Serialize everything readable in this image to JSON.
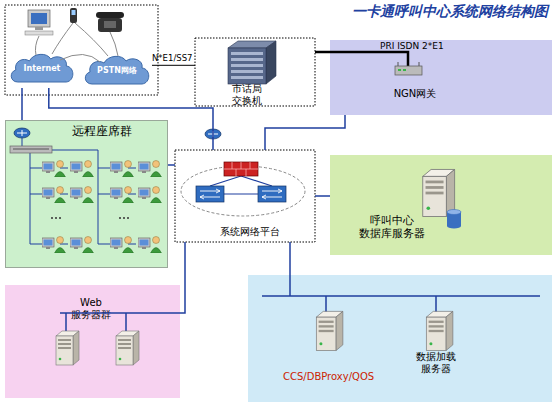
{
  "diagram": {
    "title": "一卡通呼叫中心系统网络结构图",
    "nodes": [
      {
        "text": [
          "Internet"
        ]
      },
      {
        "text": [
          "PSTN网络"
        ]
      },
      {
        "text": [
          "市话局 交换机"
        ]
      },
      {
        "text": [
          "NGN网关"
        ]
      },
      {
        "text": [
          "远程座席群"
        ]
      },
      {
        "text": [
          "系统网络平台"
        ]
      },
      {
        "text": [
          "呼叫中心 数据库服务器"
        ]
      },
      {
        "text": [
          "Web 服务器群"
        ]
      },
      {
        "text": [
          "CCS/DBProxy/QOS",
          "数据加载 服务器"
        ]
      }
    ],
    "edges": [
      {
        "from": 1,
        "to": 2,
        "arrow": "none",
        "label": "N*E1/SS7"
      },
      {
        "from": 2,
        "to": 3,
        "arrow": "none",
        "label": "PRI ISDN 2*E1"
      },
      {
        "from": 3,
        "to": 5,
        "arrow": "none"
      },
      {
        "from": 0,
        "to": 5,
        "arrow": "none"
      },
      {
        "from": 0,
        "to": 4,
        "arrow": "none"
      },
      {
        "from": 4,
        "to": 5,
        "arrow": "none"
      },
      {
        "from": 5,
        "to": 6,
        "arrow": "none"
      },
      {
        "from": 5,
        "to": 7,
        "arrow": "none"
      },
      {
        "from": 5,
        "to": 8,
        "arrow": "none"
      }
    ]
  }
}
